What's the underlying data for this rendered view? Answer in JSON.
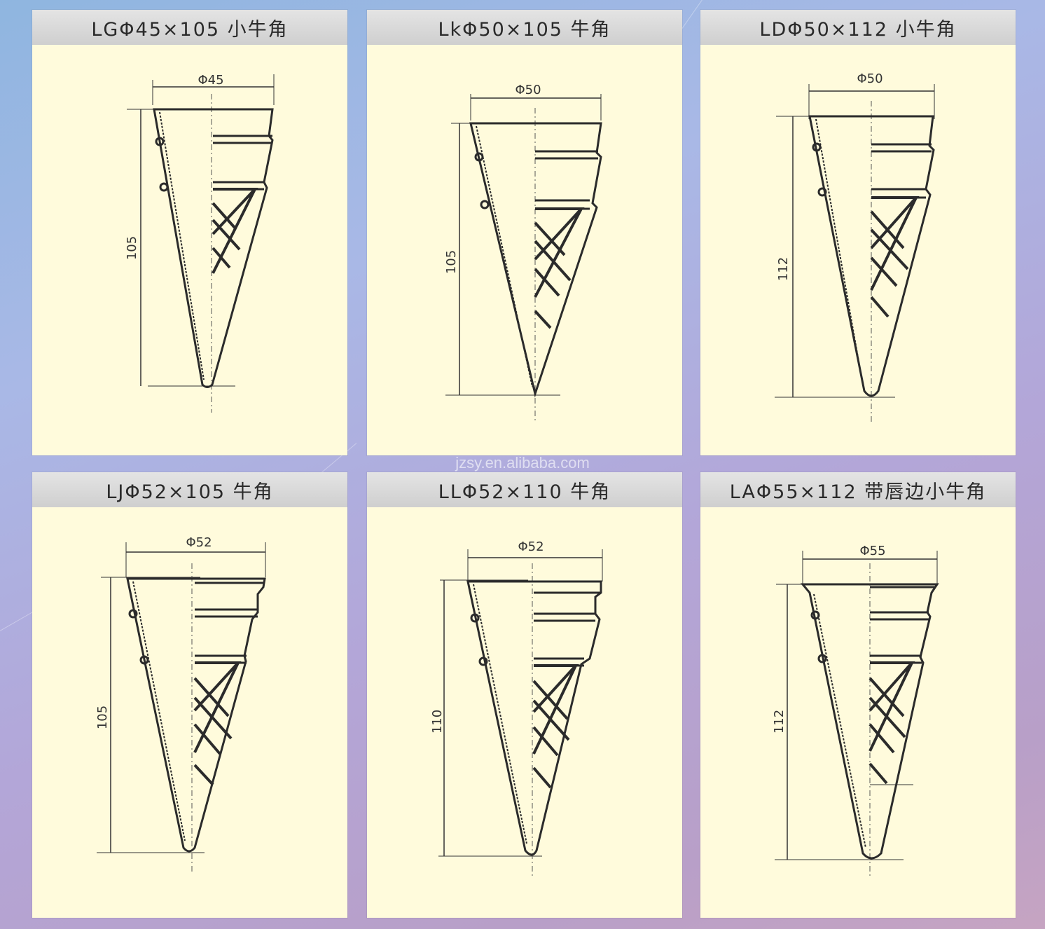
{
  "watermark": "jzsy.en.alibaba.com",
  "colors": {
    "card_bg": "#fffbdc",
    "line": "#2b2b2b",
    "header": "#d6d6d6"
  },
  "cones": [
    {
      "title": "LGΦ45×105 小牛角",
      "diameter_label": "Φ45",
      "height_label": "105"
    },
    {
      "title": "LkΦ50×105  牛角",
      "diameter_label": "Φ50",
      "height_label": "105"
    },
    {
      "title": "LDΦ50×112  小牛角",
      "diameter_label": "Φ50",
      "height_label": "112"
    },
    {
      "title": "LJΦ52×105  牛角",
      "diameter_label": "Φ52",
      "height_label": "105"
    },
    {
      "title": "LLΦ52×110 牛角",
      "diameter_label": "Φ52",
      "height_label": "110"
    },
    {
      "title": "LAΦ55×112  带唇边小牛角",
      "diameter_label": "Φ55",
      "height_label": "112"
    }
  ]
}
